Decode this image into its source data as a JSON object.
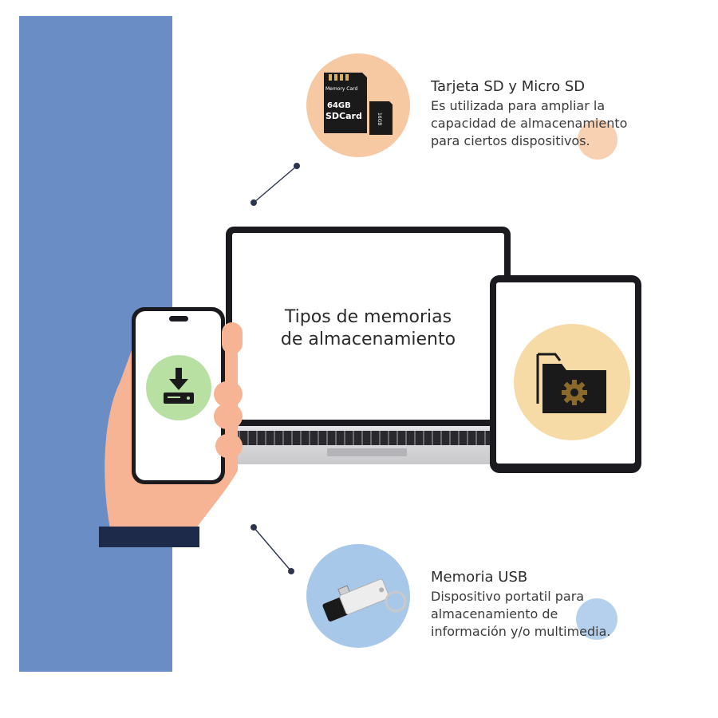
{
  "diagram": {
    "center_title": [
      "Tipos de memorias",
      "de almacenamiento"
    ],
    "sd_card": {
      "title": "Tarjeta SD y Micro SD",
      "description": [
        "Es utilizada para ampliar la",
        "capacidad de almacenamiento",
        "para ciertos dispositivos."
      ],
      "card_label_small": "Memory Card",
      "card_capacity": "64GB",
      "card_type": "SDCard",
      "micro_label": "16GB"
    },
    "usb": {
      "title": "Memoria USB",
      "description": [
        "Dispositivo portatil para",
        "almacenamiento de",
        "información y/o multimedia."
      ]
    }
  },
  "colors": {
    "blue_panel": "#6b8dc6",
    "sd_circle": "#f6c9a3",
    "usb_circle": "#a8c8ea",
    "folder_circle": "#f6dba6",
    "download_circle": "#b8e0a3",
    "skin": "#f7b494",
    "sleeve": "#1e2a4a"
  },
  "icons": {
    "sd": "sd-card-icon",
    "usb": "usb-drive-icon",
    "folder": "folder-gear-icon",
    "download": "download-drive-icon"
  }
}
